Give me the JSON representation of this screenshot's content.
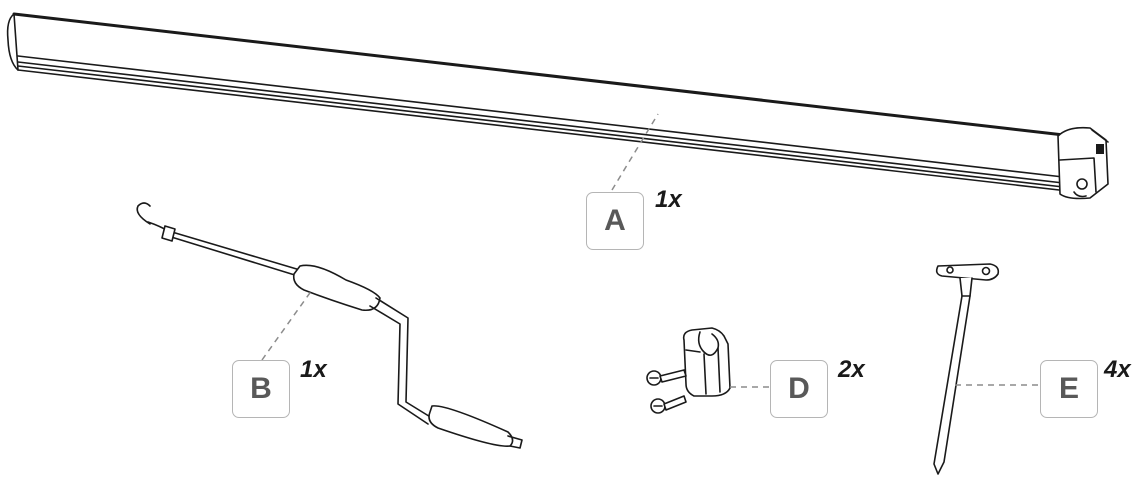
{
  "parts": [
    {
      "letter": "A",
      "quantity": "1x",
      "icon": "awning-case-icon"
    },
    {
      "letter": "B",
      "quantity": "1x",
      "icon": "crank-handle-icon"
    },
    {
      "letter": "D",
      "quantity": "2x",
      "icon": "bracket-clip-screws-icon"
    },
    {
      "letter": "E",
      "quantity": "4x",
      "icon": "tent-peg-icon"
    }
  ],
  "colors": {
    "line": "#1a1a1a",
    "label_border": "#b5b5b5",
    "label_text": "#595959",
    "leader": "#8c8c8c"
  }
}
